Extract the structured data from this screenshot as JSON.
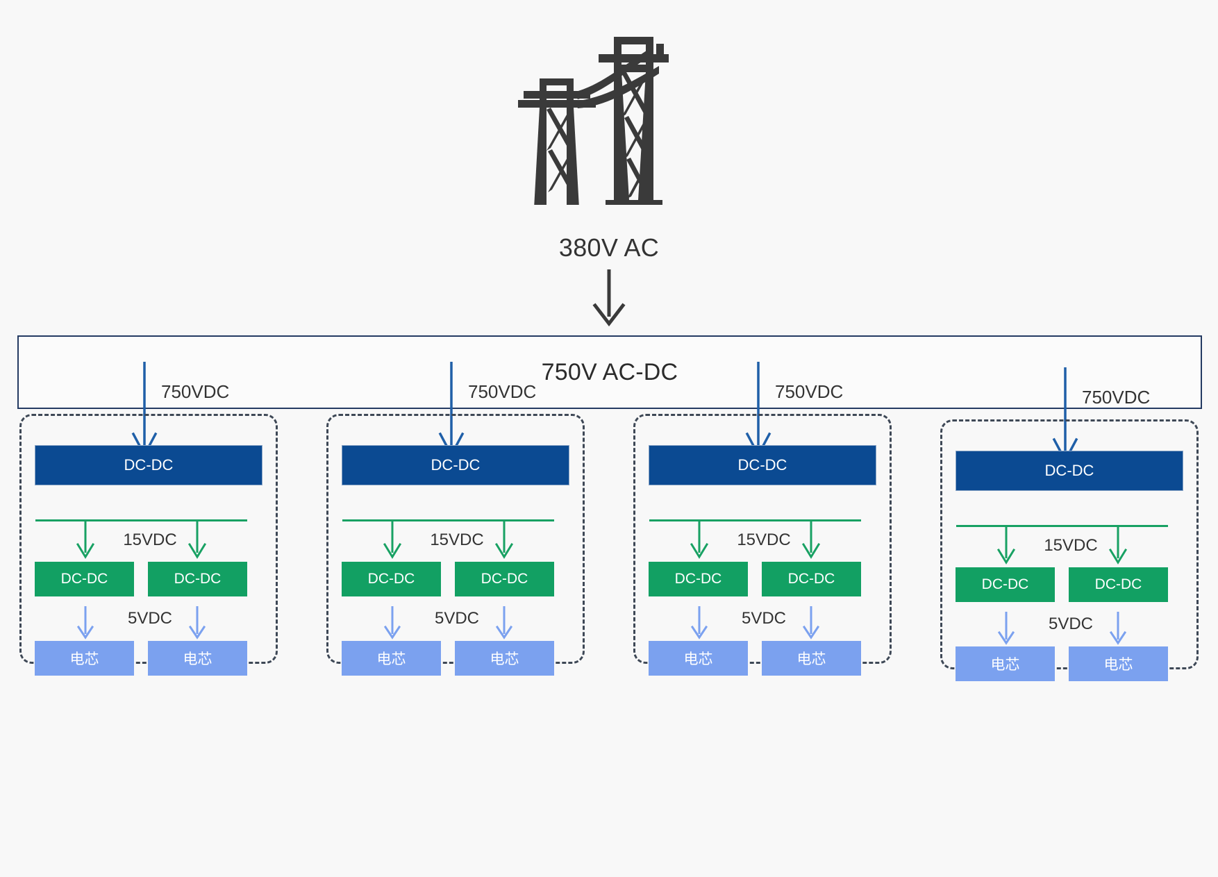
{
  "background_color": "#f8f8f8",
  "source": {
    "icon": "transmission-tower-icon",
    "icon_color": "#3a3a3a",
    "label": "380V AC",
    "arrow_color": "#3a3a3a"
  },
  "converter_bar": {
    "label": "750V AC-DC",
    "border_color": "#243a62",
    "fill_color": "#fbfbfb"
  },
  "palette": {
    "navy": "#0b4a92",
    "green": "#12a063",
    "light_blue": "#7ba1ef",
    "dash_border": "#3e4856",
    "text": "#333333"
  },
  "groups": [
    {
      "feeder_label": "750VDC",
      "primary_block": "DC-DC",
      "bus_label": "15VDC",
      "secondary_blocks": [
        "DC-DC",
        "DC-DC"
      ],
      "output_label": "5VDC",
      "loads": [
        "电芯",
        "电芯"
      ]
    },
    {
      "feeder_label": "750VDC",
      "primary_block": "DC-DC",
      "bus_label": "15VDC",
      "secondary_blocks": [
        "DC-DC",
        "DC-DC"
      ],
      "output_label": "5VDC",
      "loads": [
        "电芯",
        "电芯"
      ]
    },
    {
      "feeder_label": "750VDC",
      "primary_block": "DC-DC",
      "bus_label": "15VDC",
      "secondary_blocks": [
        "DC-DC",
        "DC-DC"
      ],
      "output_label": "5VDC",
      "loads": [
        "电芯",
        "电芯"
      ]
    },
    {
      "feeder_label": "750VDC",
      "primary_block": "DC-DC",
      "bus_label": "15VDC",
      "secondary_blocks": [
        "DC-DC",
        "DC-DC"
      ],
      "output_label": "5VDC",
      "loads": [
        "电芯",
        "电芯"
      ]
    }
  ]
}
